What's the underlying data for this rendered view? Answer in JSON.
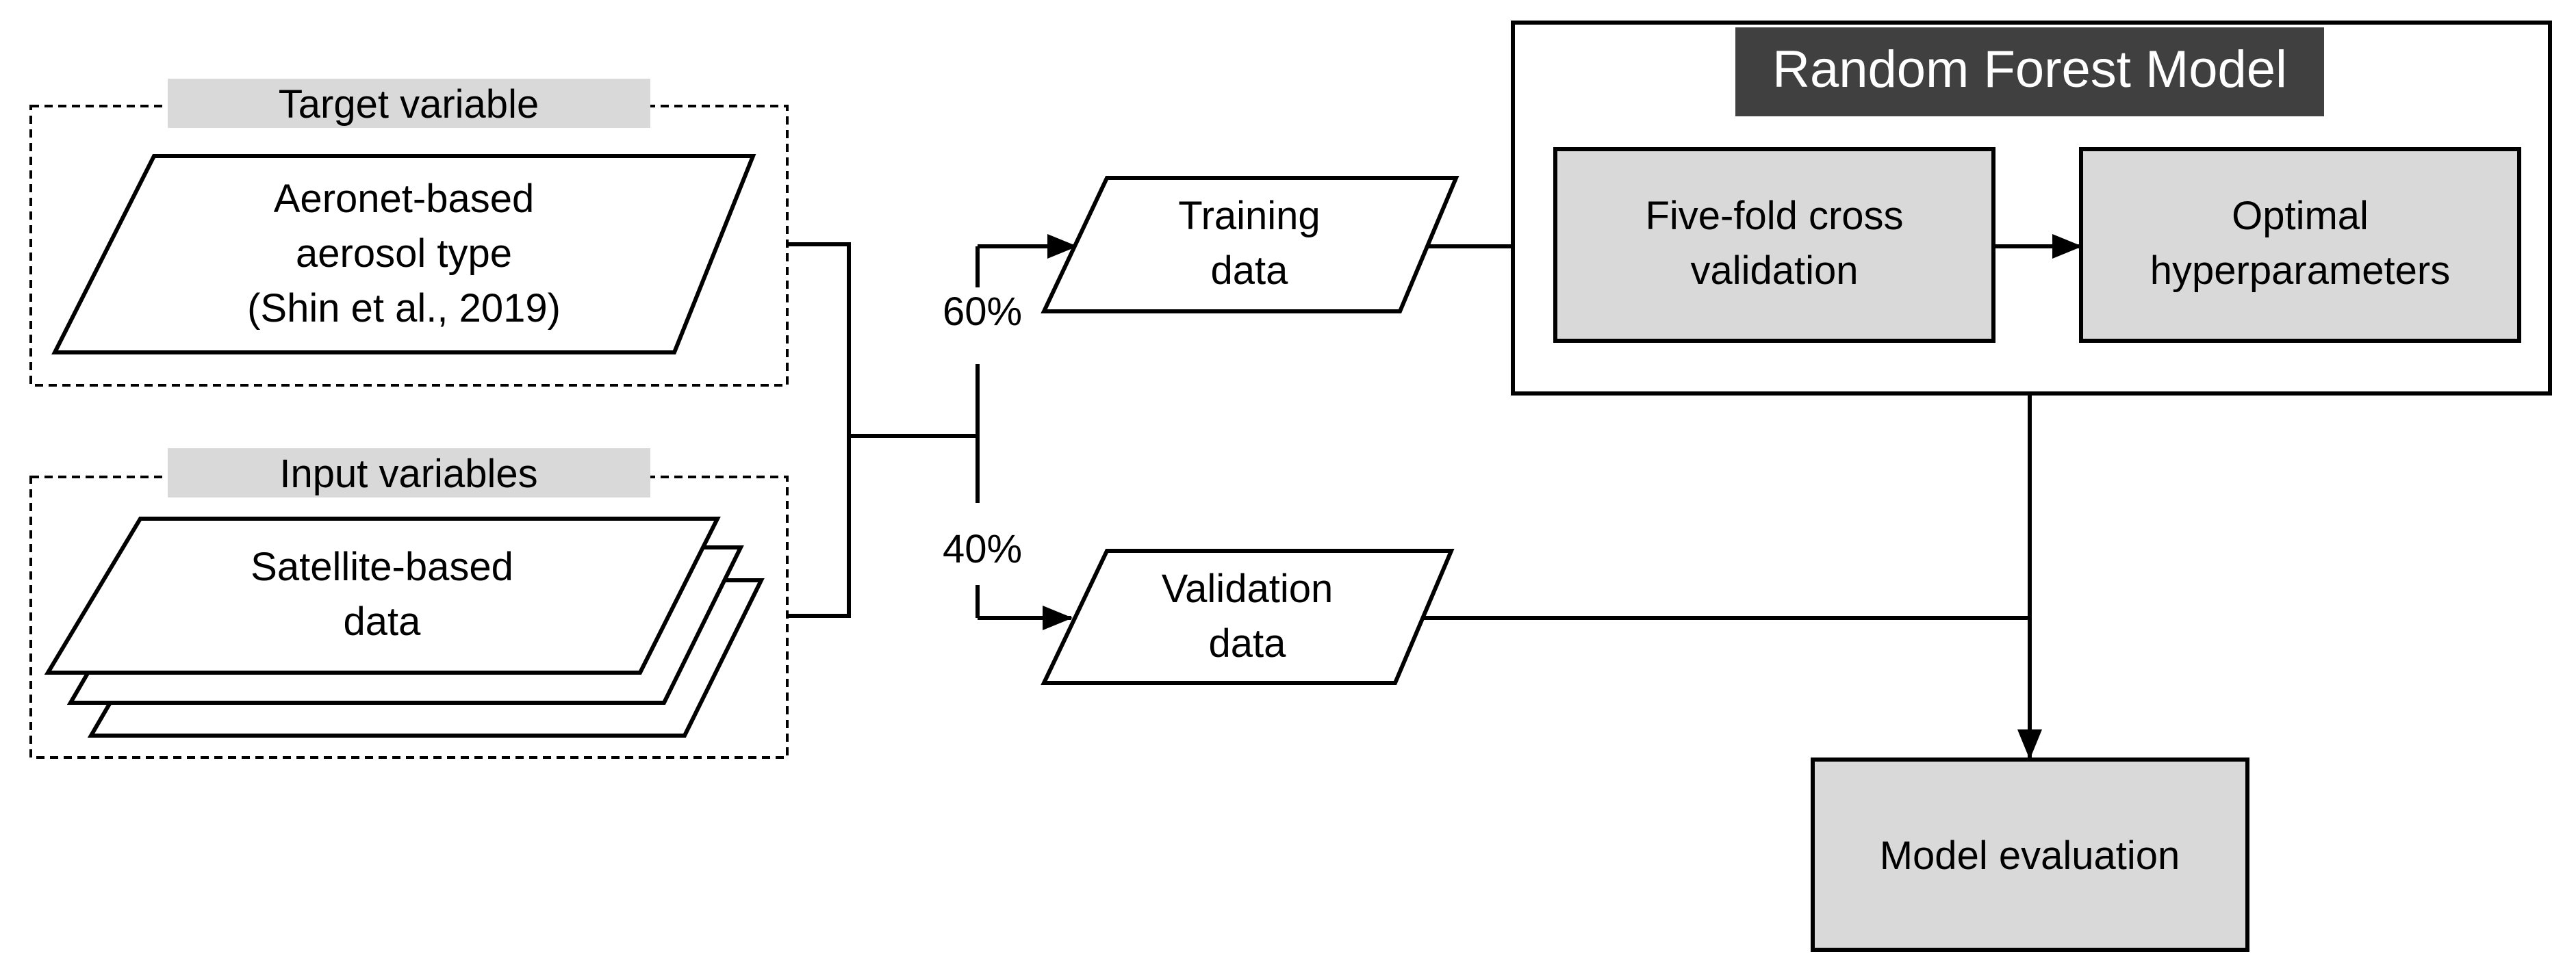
{
  "colors": {
    "gray_box": "#d9d9d9",
    "dark_title_bar": "#404040",
    "stroke": "#000000",
    "background": "#ffffff"
  },
  "groups": {
    "target_label": "Target variable",
    "input_label": "Input variables"
  },
  "nodes": {
    "aeronet": [
      "Aeronet-based",
      "aerosol type",
      "(Shin et al., 2019)"
    ],
    "satellite": [
      "Satellite-based",
      "data"
    ],
    "training": [
      "Training",
      "data"
    ],
    "validation": [
      "Validation",
      "data"
    ],
    "crossval": [
      "Five-fold cross",
      "validation"
    ],
    "optimal": [
      "Optimal",
      "hyperparameters"
    ],
    "evaluation": "Model evaluation"
  },
  "split": {
    "train_pct": "60%",
    "valid_pct": "40%"
  },
  "model": {
    "title": "Random Forest Model"
  }
}
